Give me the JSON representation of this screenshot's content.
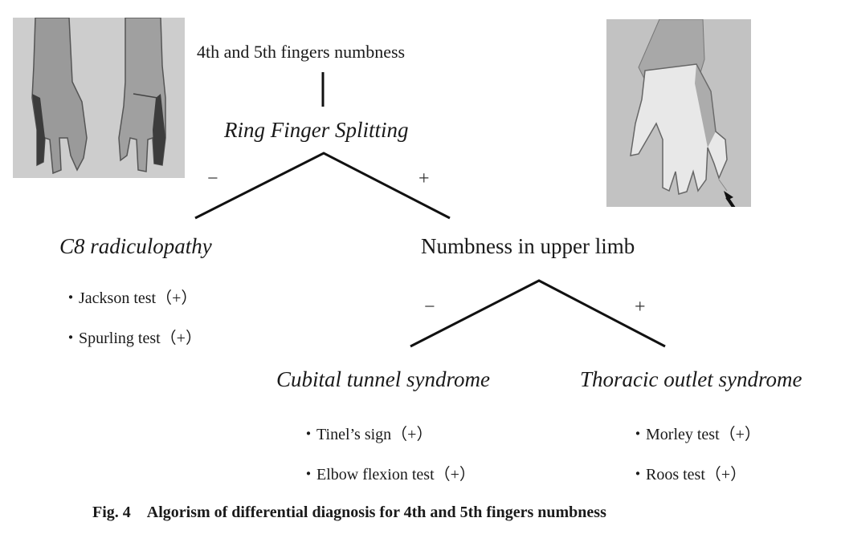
{
  "top_label": "4th and 5th fingers numbness",
  "root": {
    "label": "Ring Finger Splitting",
    "neg_sign": "−",
    "pos_sign": "+"
  },
  "left_branch": {
    "label": "C8 radiculopathy",
    "findings": [
      "・Jackson test（+）",
      "・Spurling test（+）"
    ]
  },
  "right_branch": {
    "label": "Numbness in upper limb",
    "neg_sign": "−",
    "pos_sign": "+"
  },
  "cubital": {
    "label": "Cubital tunnel syndrome",
    "findings": [
      "・Tinel’s sign（+）",
      "・Elbow flexion test（+）"
    ]
  },
  "thoracic": {
    "label": "Thoracic outlet syndrome",
    "findings": [
      "・Morley test（+）",
      "・Roos test（+）"
    ]
  },
  "caption": "Fig. 4　Algorism of differential diagnosis for 4th and 5th fingers numbness",
  "colors": {
    "line": "#111111",
    "photo_bg": "#c9c9c9",
    "shade": "#555555"
  }
}
